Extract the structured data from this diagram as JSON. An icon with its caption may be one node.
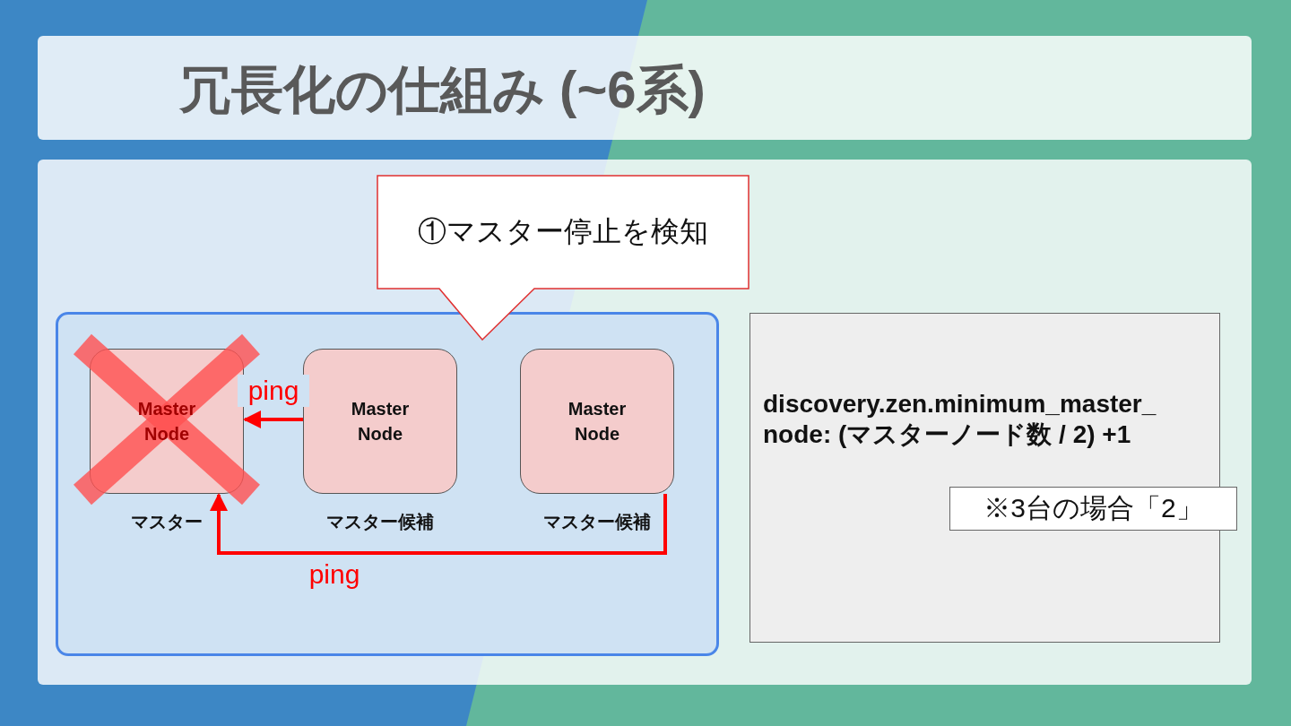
{
  "diagram": {
    "title": "冗長化の仕組み (~6系)",
    "nodes": [
      {
        "text": [
          "①マスター停止を検知"
        ]
      },
      {
        "text": [],
        "shape": "box"
      },
      {
        "text": [
          "Master Node"
        ],
        "beside": [
          "マスター"
        ],
        "in": 1
      },
      {
        "text": [
          "Master Node"
        ],
        "beside": [
          "マスター候補"
        ],
        "in": 1
      },
      {
        "text": [
          "Master Node"
        ],
        "beside": [
          "マスター候補"
        ],
        "in": 1
      },
      {
        "text": [
          "discovery.zen.minimum_master_node: (マスターノード数 / 2) +1"
        ]
      },
      {
        "text": [
          "※3台の場合「2」"
        ]
      }
    ],
    "edges": [
      {
        "from": 3,
        "to": 2,
        "arrow": "to",
        "label": "ping"
      },
      {
        "from": 4,
        "to": 2,
        "arrow": "to",
        "label": "ping"
      }
    ]
  }
}
